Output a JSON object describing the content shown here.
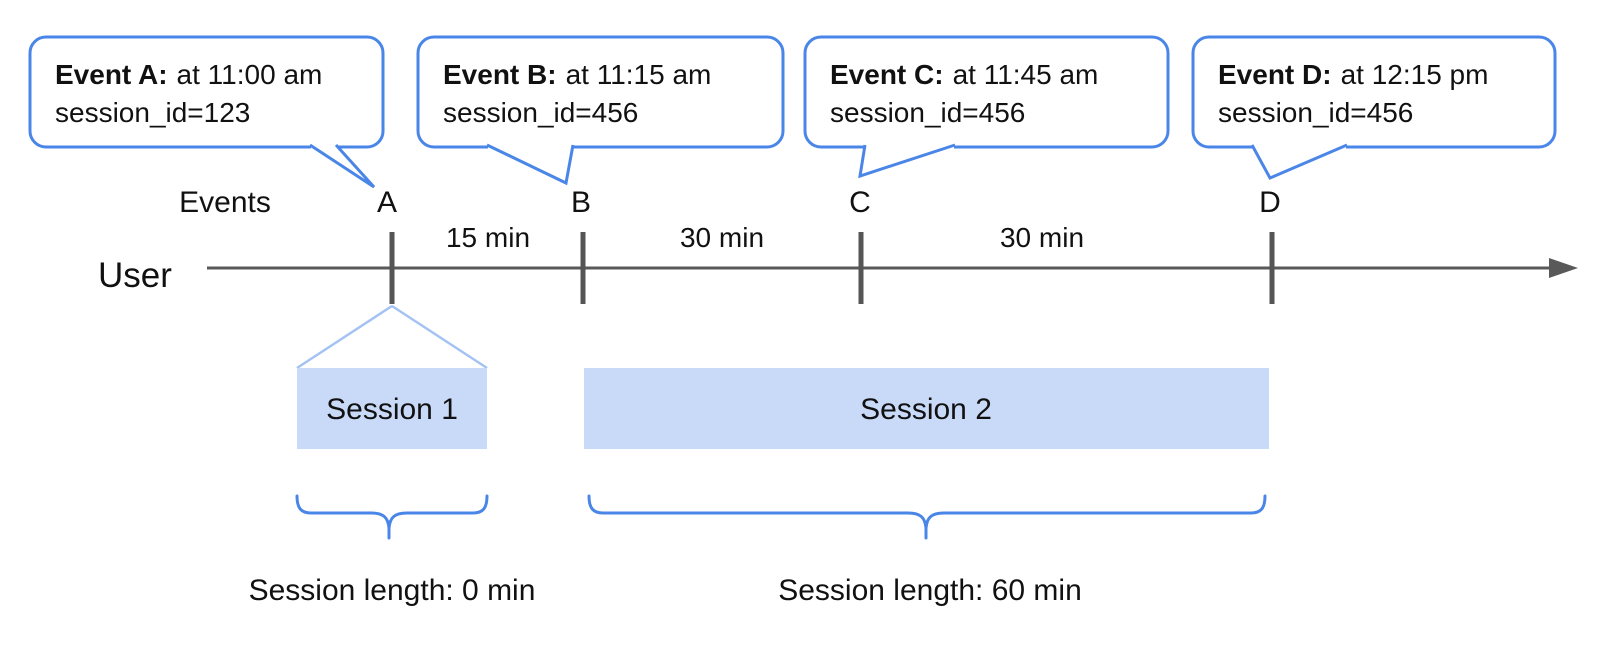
{
  "diagram": {
    "events_axis_label": "Events",
    "user_label": "User",
    "bubbles": [
      {
        "marker": "A",
        "title": "Event A:",
        "time": "at 11:00 am",
        "session_line": "session_id=123"
      },
      {
        "marker": "B",
        "title": "Event B:",
        "time": "at 11:15 am",
        "session_line": "session_id=456"
      },
      {
        "marker": "C",
        "title": "Event C:",
        "time": "at 11:45 am",
        "session_line": "session_id=456"
      },
      {
        "marker": "D",
        "title": "Event D:",
        "time": "at 12:15 pm",
        "session_line": "session_id=456"
      }
    ],
    "intervals": [
      {
        "label": "15 min"
      },
      {
        "label": "30 min"
      },
      {
        "label": "30 min"
      }
    ],
    "sessions": [
      {
        "label": "Session 1",
        "length_label": "Session length: 0 min"
      },
      {
        "label": "Session 2",
        "length_label": "Session length: 60 min"
      }
    ],
    "colors": {
      "accent_blue": "#4a86e8",
      "session_fill": "#c9daf8",
      "funnel_blue": "#a4c2f4",
      "axis_gray": "#595959",
      "text_color": "#111111"
    }
  }
}
